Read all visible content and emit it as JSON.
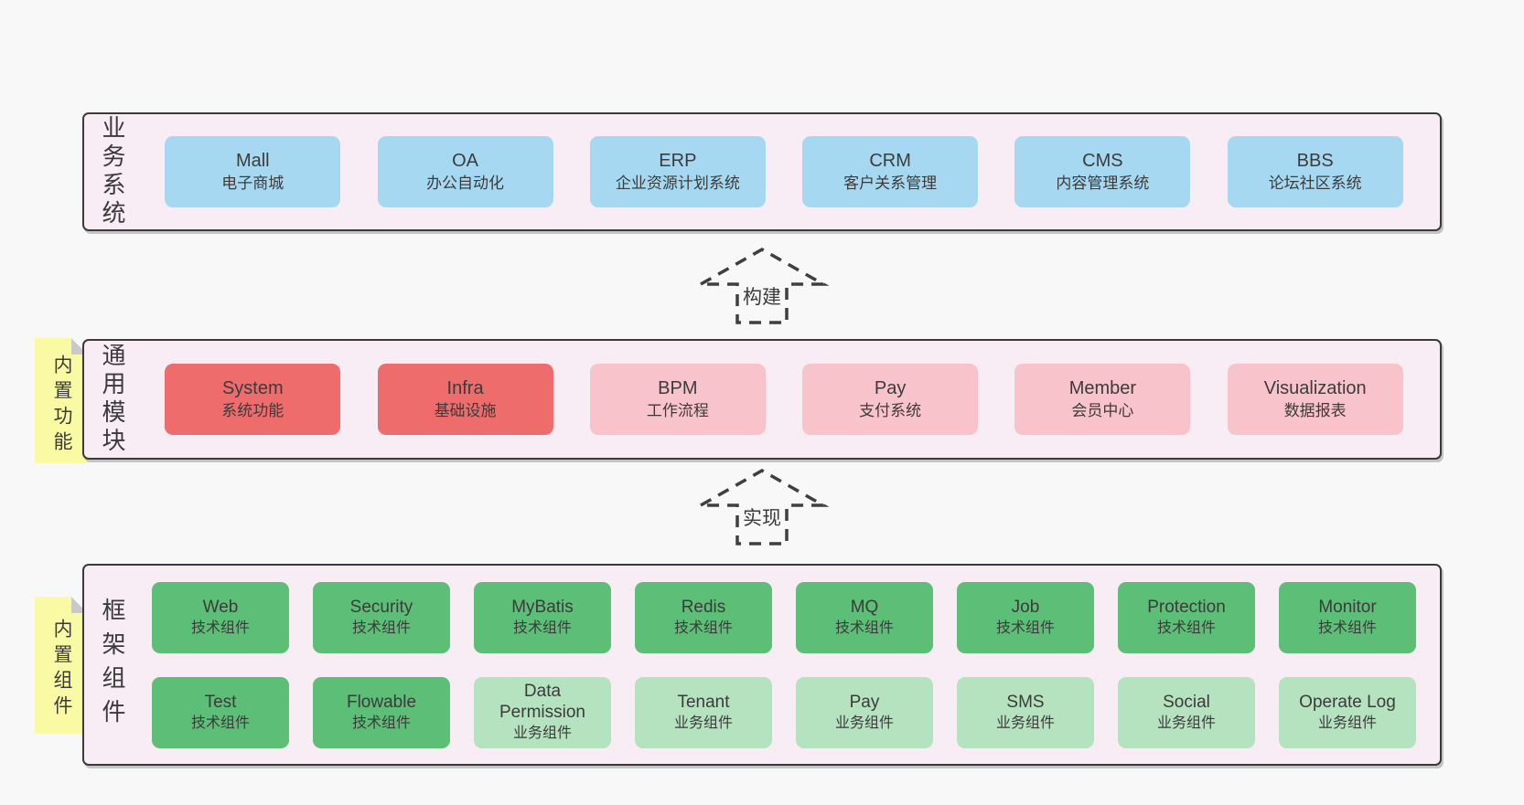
{
  "diagram": {
    "colors": {
      "page_bg": "#f8f8f8",
      "panel_bg": "#f8edf5",
      "panel_border": "#3a3a3a",
      "business_box": "#a6d9f1",
      "core_module_box": "#ef6c6c",
      "optional_module_box": "#f9c3cb",
      "tech_component_box": "#5dbe77",
      "biz_component_box": "#b5e2bf",
      "sticky_note": "#fafaa5",
      "text": "#3b3b3b"
    },
    "arrows": [
      {
        "label": "构建"
      },
      {
        "label": "实现"
      }
    ],
    "panels": [
      {
        "label": "业务系统",
        "boxes": [
          {
            "name": "Mall",
            "desc": "电子商城"
          },
          {
            "name": "OA",
            "desc": "办公自动化"
          },
          {
            "name": "ERP",
            "desc": "企业资源计划系统"
          },
          {
            "name": "CRM",
            "desc": "客户关系管理"
          },
          {
            "name": "CMS",
            "desc": "内容管理系统"
          },
          {
            "name": "BBS",
            "desc": "论坛社区系统"
          }
        ]
      },
      {
        "label": "通用模块",
        "sticky": "内置功能",
        "boxes": [
          {
            "name": "System",
            "desc": "系统功能"
          },
          {
            "name": "Infra",
            "desc": "基础设施"
          },
          {
            "name": "BPM",
            "desc": "工作流程"
          },
          {
            "name": "Pay",
            "desc": "支付系统"
          },
          {
            "name": "Member",
            "desc": "会员中心"
          },
          {
            "name": "Visualization",
            "desc": "数据报表"
          }
        ]
      },
      {
        "label": "框架组件",
        "sticky": "内置组件",
        "rows": [
          [
            {
              "name": "Web",
              "desc": "技术组件"
            },
            {
              "name": "Security",
              "desc": "技术组件"
            },
            {
              "name": "MyBatis",
              "desc": "技术组件"
            },
            {
              "name": "Redis",
              "desc": "技术组件"
            },
            {
              "name": "MQ",
              "desc": "技术组件"
            },
            {
              "name": "Job",
              "desc": "技术组件"
            },
            {
              "name": "Protection",
              "desc": "技术组件"
            },
            {
              "name": "Monitor",
              "desc": "技术组件"
            }
          ],
          [
            {
              "name": "Test",
              "desc": "技术组件"
            },
            {
              "name": "Flowable",
              "desc": "技术组件"
            },
            {
              "name": "Data Permission",
              "desc": "业务组件"
            },
            {
              "name": "Tenant",
              "desc": "业务组件"
            },
            {
              "name": "Pay",
              "desc": "业务组件"
            },
            {
              "name": "SMS",
              "desc": "业务组件"
            },
            {
              "name": "Social",
              "desc": "业务组件"
            },
            {
              "name": "Operate Log",
              "desc": "业务组件"
            }
          ]
        ]
      }
    ]
  }
}
